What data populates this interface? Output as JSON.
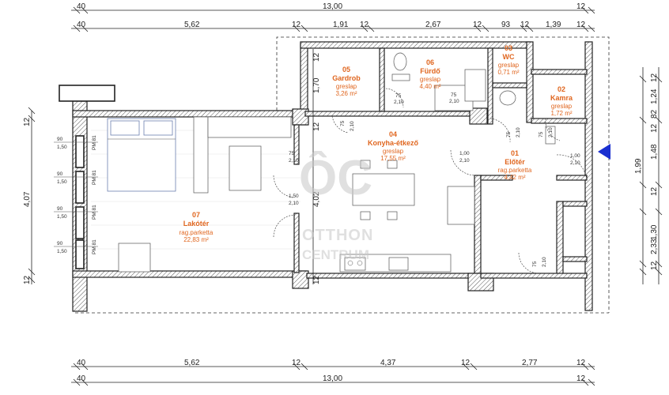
{
  "dims_top": {
    "row1": [
      "40",
      "13,00",
      "12"
    ],
    "row2": [
      "40",
      "5,62",
      "12",
      "1,91",
      "12",
      "2,67",
      "12",
      "93",
      "12",
      "1,39",
      "12"
    ]
  },
  "dims_bottom": {
    "row1": [
      "40",
      "5,62",
      "12",
      "4,37",
      "12",
      "2,77",
      "12"
    ],
    "row2": [
      "40",
      "13,00",
      "12"
    ]
  },
  "dims_left": [
    "12",
    "4,07",
    "12"
  ],
  "dims_right": {
    "outer": [
      "12",
      "1,24",
      "82",
      "12",
      "1,48",
      "12",
      "1,30",
      "12"
    ],
    "inner": [
      "1,99",
      "2,33"
    ]
  },
  "rooms": [
    {
      "num": "05",
      "name": "Gardrob",
      "floor": "greslap",
      "area": "3,26 m²"
    },
    {
      "num": "06",
      "name": "Fürdő",
      "floor": "greslap",
      "area": "4,40 m²"
    },
    {
      "num": "03",
      "name": "WC",
      "floor": "greslap",
      "area": "0,71 m²"
    },
    {
      "num": "02",
      "name": "Kamra",
      "floor": "greslap",
      "area": "1,72 m²"
    },
    {
      "num": "04",
      "name": "Konyha-étkező",
      "floor": "greslap",
      "area": "17,55 m²"
    },
    {
      "num": "01",
      "name": "Előtér",
      "floor": "rag.parketta",
      "area": "4,42 m²"
    },
    {
      "num": "07",
      "name": "Lakótér",
      "floor": "rag.parketta",
      "area": "22,83 m²"
    }
  ],
  "door_labels": {
    "d75": "75",
    "d210": "2,10",
    "d100": "1,00",
    "d150": "1,50",
    "d90": "90",
    "pm81": "PM 81",
    "h170": "1,70",
    "h402": "4,02",
    "h12": "12"
  },
  "watermark": {
    "logo": "ÔC",
    "line1": "OTTHON",
    "line2": "CENTRUM"
  },
  "colors": {
    "room_label": "#e0661f",
    "entrance_marker": "#1a2fd0",
    "watermark": "#c8c8c8"
  }
}
